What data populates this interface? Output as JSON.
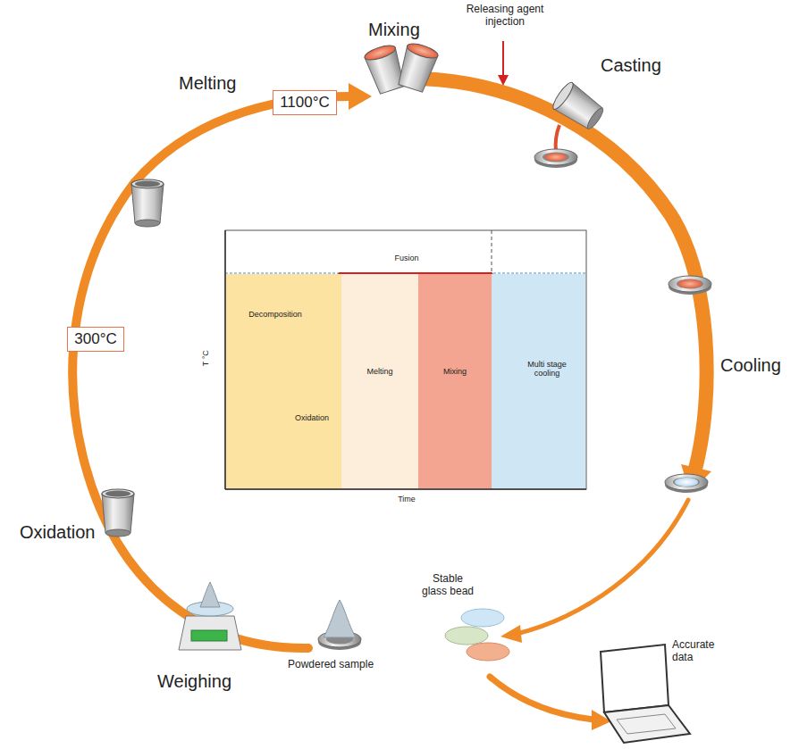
{
  "diagram": {
    "nodes": [
      {
        "text": [
          "1100°C"
        ]
      },
      {
        "text": [
          "300°C"
        ]
      },
      {
        "text": [
          "Decomposition",
          "Oxidation"
        ]
      },
      {
        "text": [
          "Melting"
        ]
      },
      {
        "text": [
          "Mixing"
        ]
      },
      {
        "text": [
          "Multi stage cooling"
        ]
      }
    ],
    "labels": [
      "Melting",
      "Mixing",
      "Releasing agent injection",
      "Casting",
      "Cooling",
      "Oxidation",
      "Weighing",
      "Powdered sample",
      "Stable glass bead",
      "Accurate data",
      "Fusion",
      "T °C",
      "Time"
    ]
  }
}
